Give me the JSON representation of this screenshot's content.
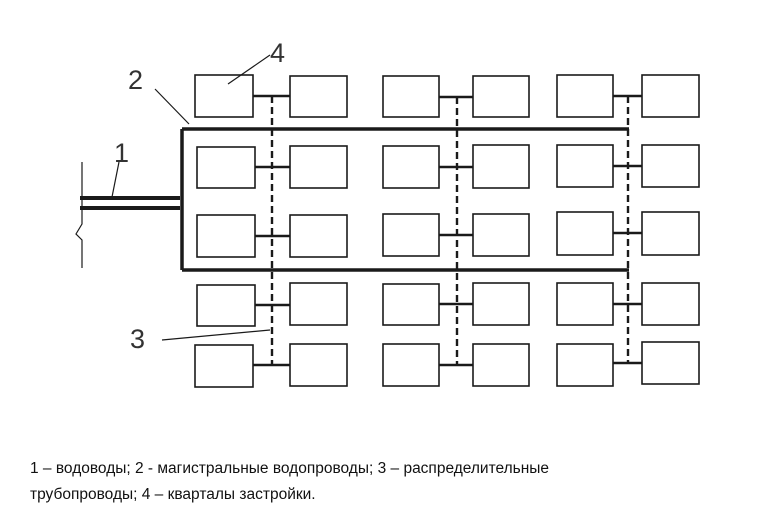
{
  "diagram": {
    "callouts": {
      "conduit": "1",
      "main": "2",
      "distribution": "3",
      "block": "4"
    }
  },
  "caption": {
    "line1": "1 – водоводы; 2 - магистральные водопроводы; 3 – распределительные",
    "line2": "трубопроводы; 4 – кварталы застройки."
  },
  "colors": {
    "line": "#1a1a1a",
    "label": "#333333"
  }
}
